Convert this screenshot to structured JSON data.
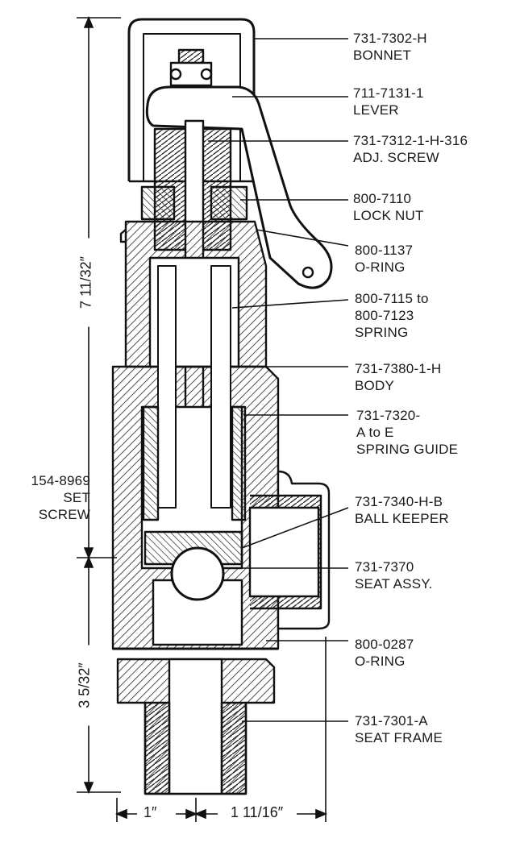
{
  "callouts": [
    {
      "part": "731-7302-H",
      "name": "BONNET"
    },
    {
      "part": "711-7131-1",
      "name": "LEVER"
    },
    {
      "part": "731-7312-1-H-316",
      "name": "ADJ. SCREW"
    },
    {
      "part": "800-7110",
      "name": "LOCK NUT"
    },
    {
      "part": "800-1137",
      "name": "O-RING"
    },
    {
      "part": "800-7115 to",
      "part2": "800-7123",
      "name": "SPRING"
    },
    {
      "part": "731-7380-1-H",
      "name": "BODY"
    },
    {
      "part": "731-7320-",
      "part2": "A to E",
      "name": "SPRING GUIDE"
    },
    {
      "part": "731-7340-H-B",
      "name": "BALL KEEPER"
    },
    {
      "part": "731-7370",
      "name": "SEAT ASSY."
    },
    {
      "part": "800-0287",
      "name": "O-RING"
    },
    {
      "part": "731-7301-A",
      "name": "SEAT FRAME"
    }
  ],
  "left_callout": {
    "part": "154-8969",
    "line2": "SET",
    "line3": "SCREW"
  },
  "dimensions": {
    "overall_height": "7 11/32″",
    "lower_height": "3 5/32″",
    "outlet_offset": "1″",
    "inlet_offset": "1 11/16″"
  }
}
